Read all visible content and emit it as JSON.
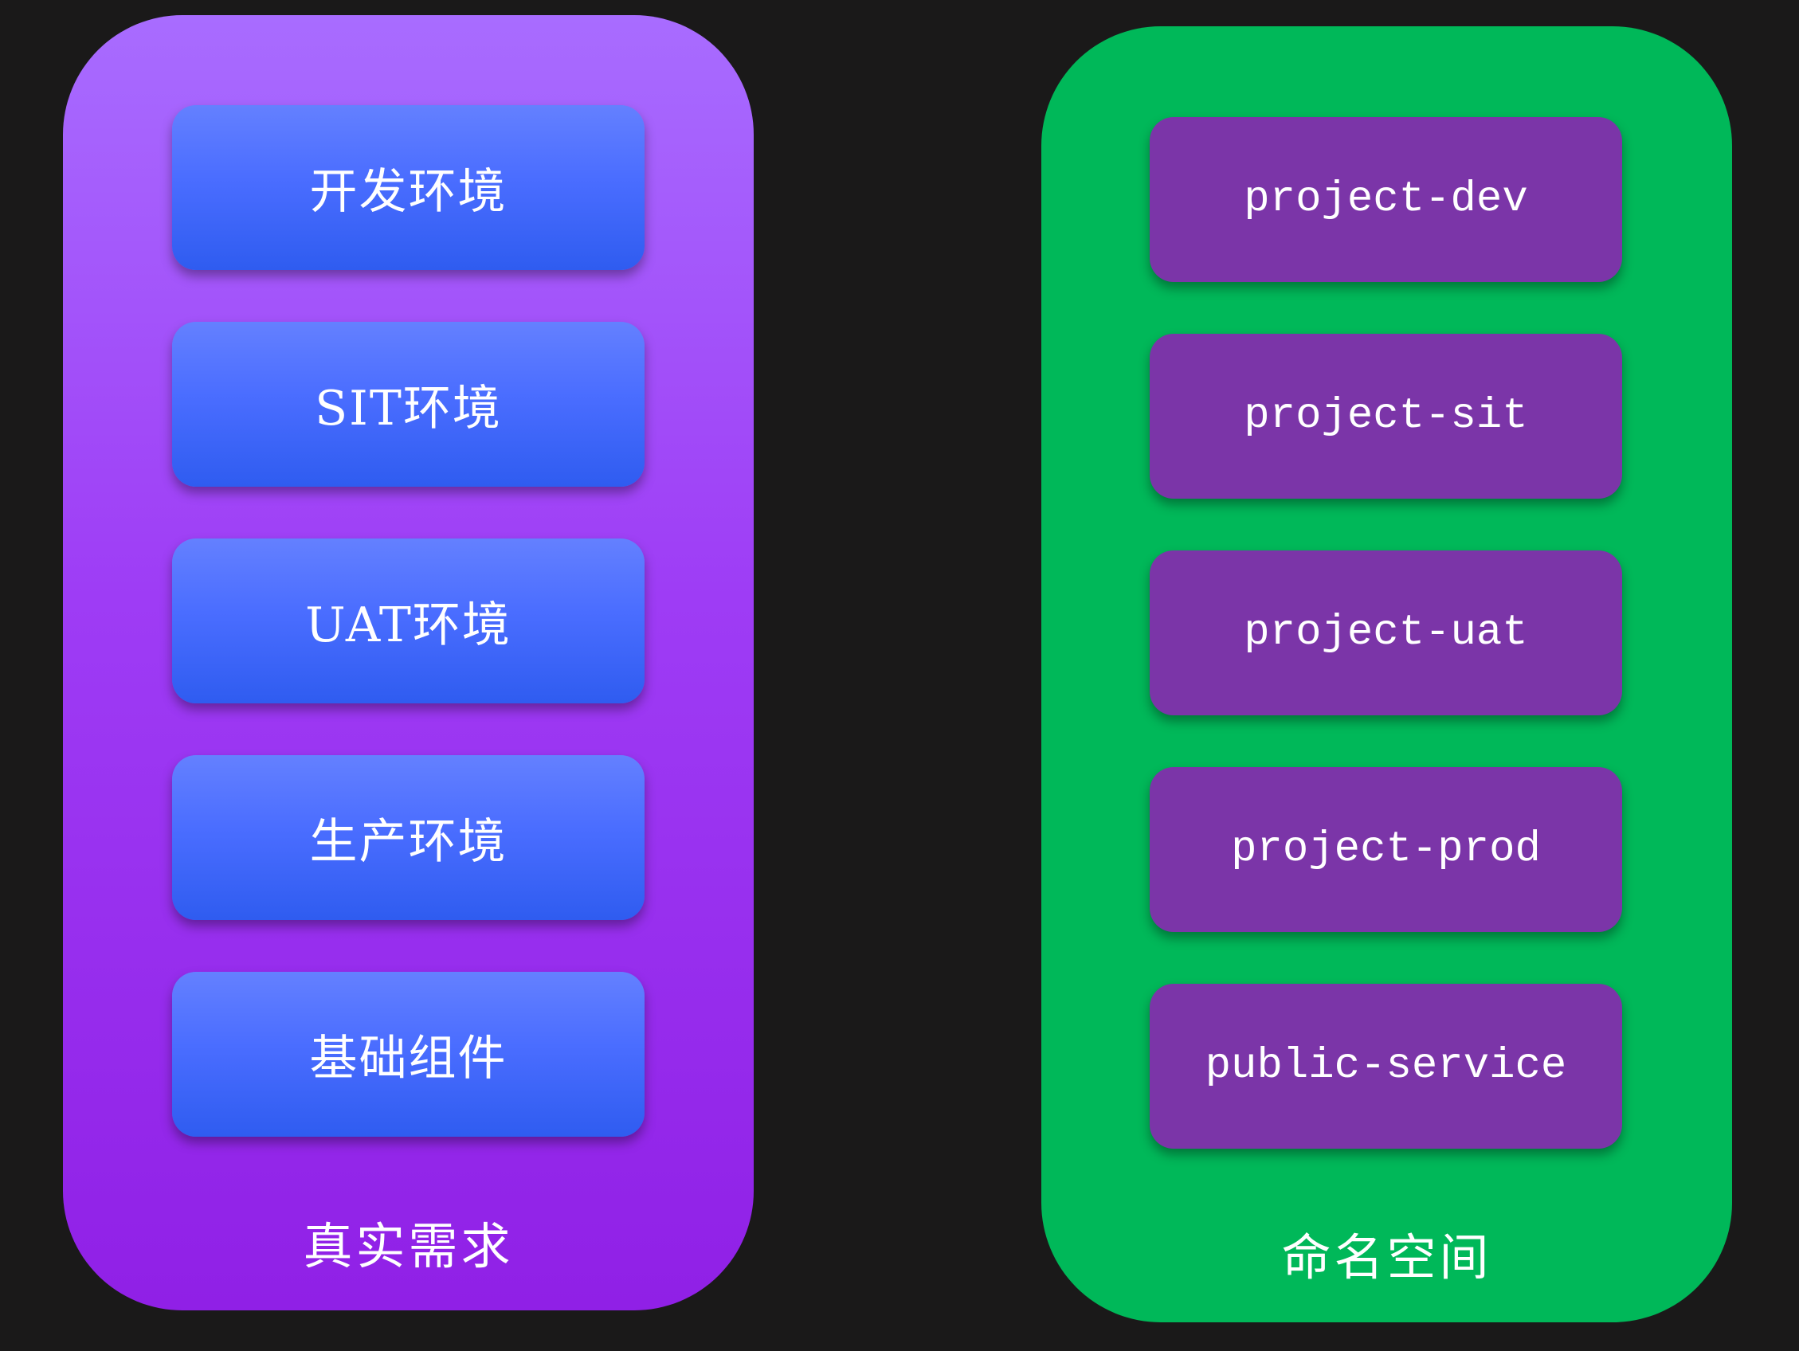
{
  "left_panel": {
    "title": "真实需求",
    "color": "#a066ff",
    "items": [
      "开发环境",
      "SIT环境",
      "UAT环境",
      "生产环境",
      "基础组件"
    ]
  },
  "right_panel": {
    "title": "命名空间",
    "color": "#00b859",
    "items": [
      "project-dev",
      "project-sit",
      "project-uat",
      "project-prod",
      "public-service"
    ]
  }
}
